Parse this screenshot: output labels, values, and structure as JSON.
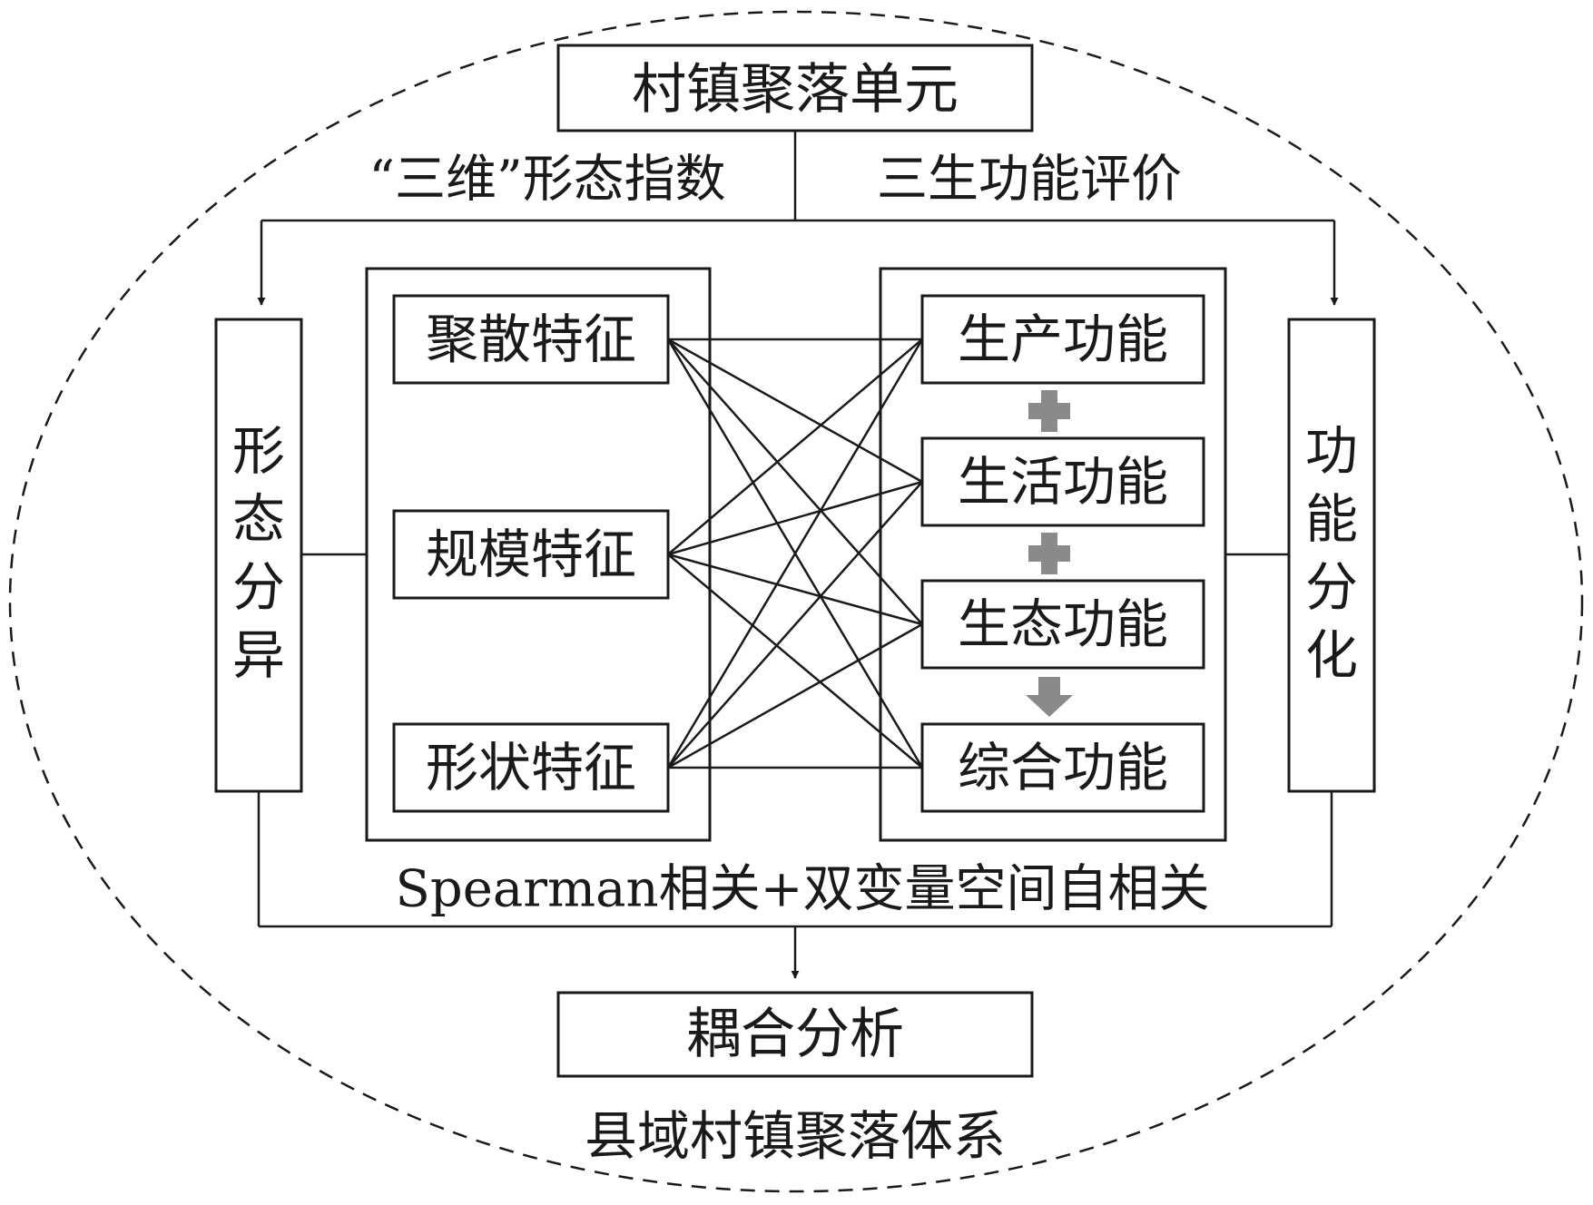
{
  "top_box": "村镇聚落单元",
  "left_branch_label": "“三维”形态指数",
  "right_branch_label": "三生功能评价",
  "left_vertical": [
    "形",
    "态",
    "分",
    "异"
  ],
  "right_vertical": [
    "功",
    "能",
    "分",
    "化"
  ],
  "form_features": [
    "聚散特征",
    "规模特征",
    "形状特征"
  ],
  "functions": [
    "生产功能",
    "生活功能",
    "生态功能",
    "综合功能"
  ],
  "method_label": "Spearman相关+双变量空间自相关",
  "bottom_box": "耦合分析",
  "system_label": "县域村镇聚落体系",
  "colors": {
    "line": "#1a1a1a",
    "plus": "#8a8a8a"
  }
}
